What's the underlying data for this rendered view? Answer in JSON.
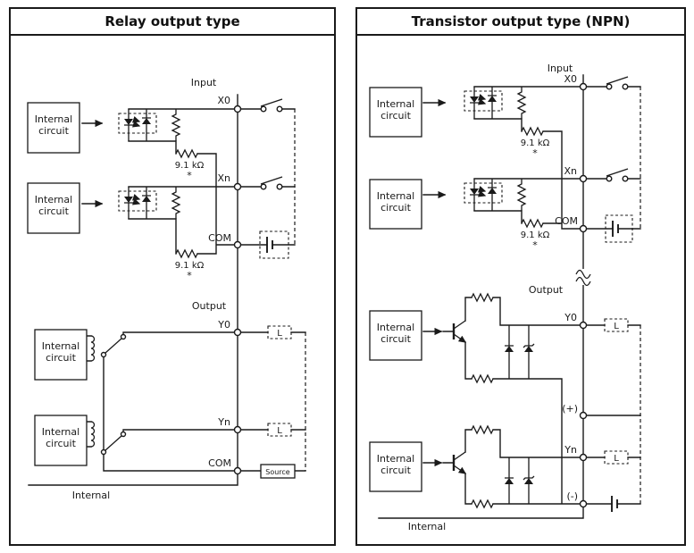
{
  "left_panel": {
    "title": "Relay output type",
    "input_label": "Input",
    "output_label": "Output",
    "internal_label": "Internal",
    "box_line1": "Internal",
    "box_line2": "circuit",
    "resistor_value": "9.1 kΩ",
    "asterisk": "*",
    "load_label": "L",
    "source_label": "Source",
    "terminals": {
      "x0": "X0",
      "xn": "Xn",
      "com_in": "COM",
      "y0": "Y0",
      "yn": "Yn",
      "com_out": "COM"
    }
  },
  "right_panel": {
    "title": "Transistor output type (NPN)",
    "input_label": "Input",
    "output_label": "Output",
    "internal_label": "Internal",
    "box_line1": "Internal",
    "box_line2": "circuit",
    "resistor_value": "9.1 kΩ",
    "asterisk": "*",
    "load_label": "L",
    "terminals": {
      "x0": "X0",
      "xn": "Xn",
      "com": "COM",
      "y0": "Y0",
      "yn": "Yn",
      "plus": "(+)",
      "minus": "(-)"
    }
  },
  "colors": {
    "line": "#1a1a1a",
    "background": "#ffffff"
  }
}
